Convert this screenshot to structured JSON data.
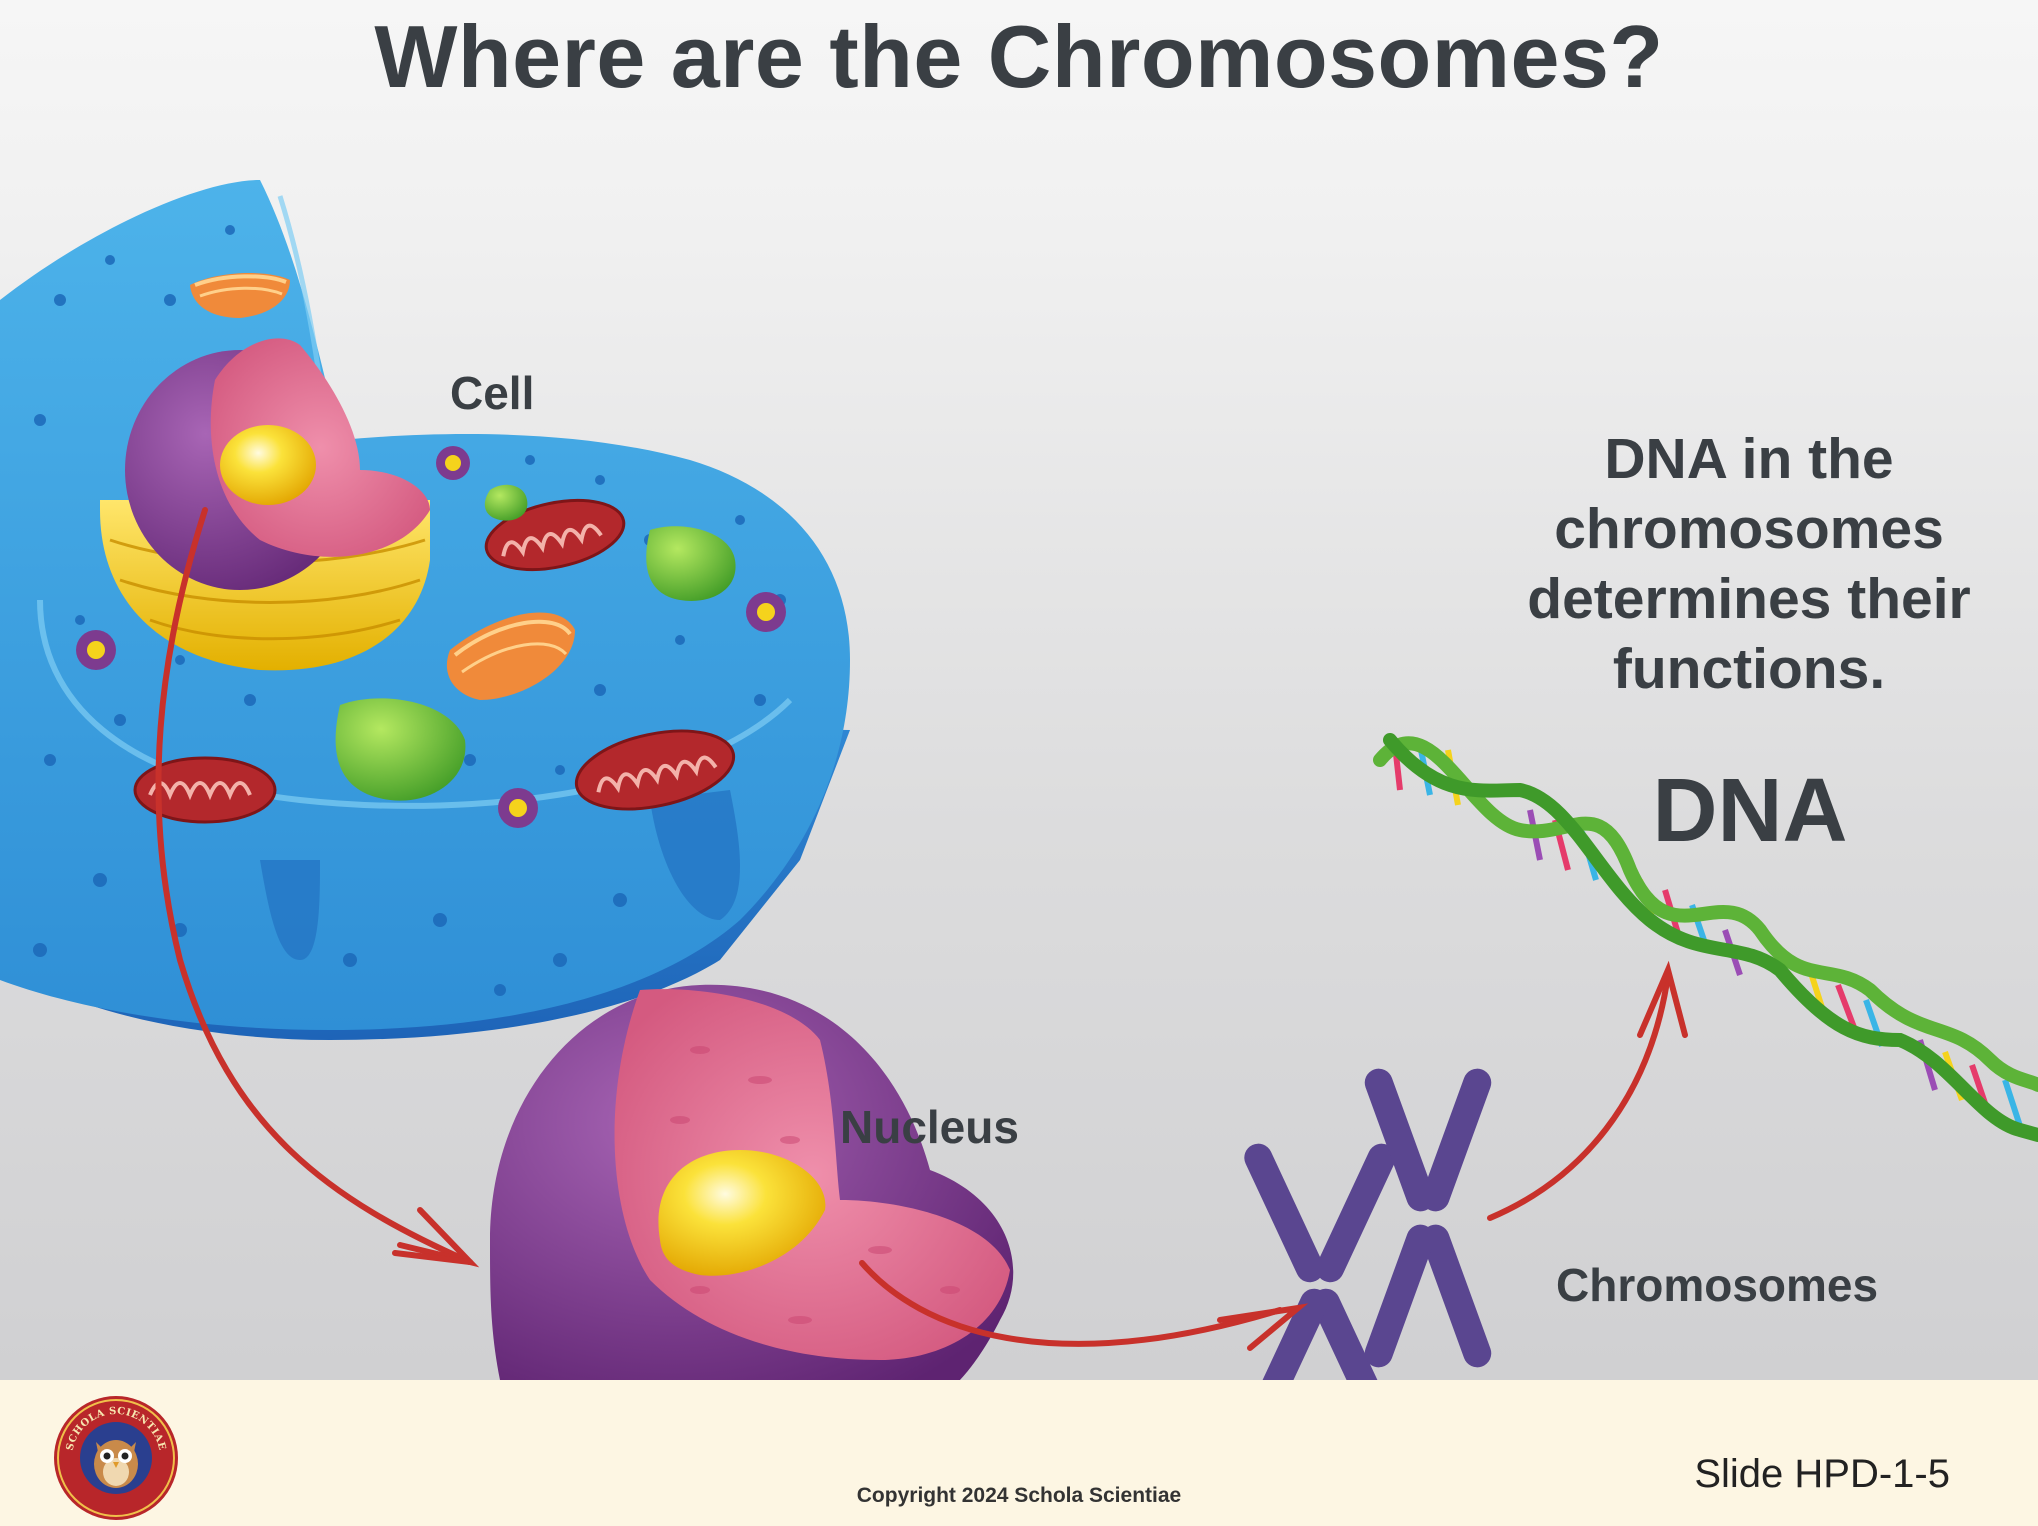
{
  "title": "Where are the Chromosomes?",
  "labels": {
    "cell": "Cell",
    "nucleus": "Nucleus",
    "chromosomes": "Chromosomes",
    "dna": "DNA"
  },
  "statement": [
    "DNA in the",
    "chromosomes",
    "determines their",
    "functions."
  ],
  "footer": {
    "copyright": "Copyright 2024 Schola Scientiae",
    "slide_id": "Slide HPD-1-5",
    "logo_text": "SCHOLA SCIENTIAE"
  },
  "colors": {
    "arrow": "#c8312b",
    "cytoplasm": "#3da1df",
    "nucleus_outer": "#7d3b8f",
    "nucleus_inner": "#e57696",
    "nucleolus": "#f5d31c",
    "mitochondria": "#b3282c",
    "chromosome": "#5a4690",
    "dna_backbone": "#5db338",
    "text": "#3a3f44",
    "footer_bg": "#fdf6e3"
  }
}
